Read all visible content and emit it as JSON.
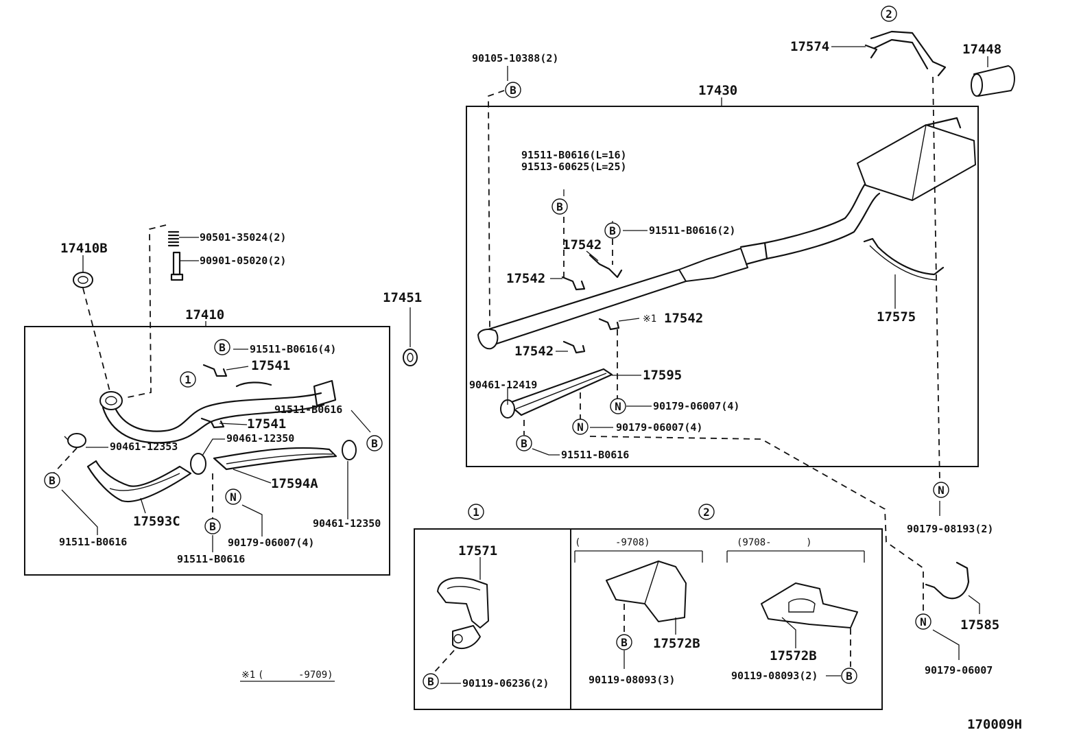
{
  "callouts": [
    {
      "id": "c1",
      "text": "17410B"
    },
    {
      "id": "c2",
      "text": "90501-35024(2)"
    },
    {
      "id": "c3",
      "text": "90901-05020(2)"
    },
    {
      "id": "c4",
      "text": "17410"
    },
    {
      "id": "c5",
      "text": "91511-B0616(4)"
    },
    {
      "id": "c6",
      "text": "17541"
    },
    {
      "id": "c7",
      "text": "17541"
    },
    {
      "id": "c8",
      "text": "91511-B0616"
    },
    {
      "id": "c9",
      "text": "90461-12353"
    },
    {
      "id": "c10",
      "text": "90461-12350"
    },
    {
      "id": "c11",
      "text": "17594A"
    },
    {
      "id": "c12",
      "text": "17593C"
    },
    {
      "id": "c13",
      "text": "91511-B0616"
    },
    {
      "id": "c14",
      "text": "90179-06007(4)"
    },
    {
      "id": "c15",
      "text": "91511-B0616"
    },
    {
      "id": "c16",
      "text": "90461-12350"
    },
    {
      "id": "c17",
      "text": "17451"
    },
    {
      "id": "c18",
      "text": "90105-10388(2)"
    },
    {
      "id": "c19",
      "text": "17574"
    },
    {
      "id": "c20",
      "text": "17448"
    },
    {
      "id": "c21",
      "text": "17430"
    },
    {
      "id": "c22",
      "text": "91511-B0616(L=16)"
    },
    {
      "id": "c23",
      "text": "91513-60625(L=25)"
    },
    {
      "id": "c24",
      "text": "91511-B0616(2)"
    },
    {
      "id": "c25",
      "text": "17542"
    },
    {
      "id": "c26",
      "text": "17542"
    },
    {
      "id": "c27",
      "text": "17542"
    },
    {
      "id": "c28",
      "text": "17542"
    },
    {
      "id": "c29",
      "text": "17575"
    },
    {
      "id": "c30",
      "text": "17595"
    },
    {
      "id": "c31",
      "text": "90461-12419"
    },
    {
      "id": "c32",
      "text": "90179-06007(4)"
    },
    {
      "id": "c33",
      "text": "90179-06007(4)"
    },
    {
      "id": "c34",
      "text": "91511-B0616"
    },
    {
      "id": "c35",
      "text": "90179-08193(2)"
    },
    {
      "id": "c36",
      "text": "17571"
    },
    {
      "id": "c37",
      "text": "90119-06236(2)"
    },
    {
      "id": "c38",
      "text": "17572B"
    },
    {
      "id": "c39",
      "text": "90119-08093(3)"
    },
    {
      "id": "c40",
      "text": "17572B"
    },
    {
      "id": "c41",
      "text": "90119-08093(2)"
    },
    {
      "id": "c42",
      "text": "17585"
    },
    {
      "id": "c43",
      "text": "90179-06007"
    }
  ],
  "markers": {
    "b": "B",
    "n": "N",
    "one": "1",
    "two": "2",
    "note": "※1"
  },
  "date_ranges": {
    "early": "(      -9708)",
    "late": "(9708-      )"
  },
  "note_range": "(      -9709)",
  "figure_code": "170009H"
}
